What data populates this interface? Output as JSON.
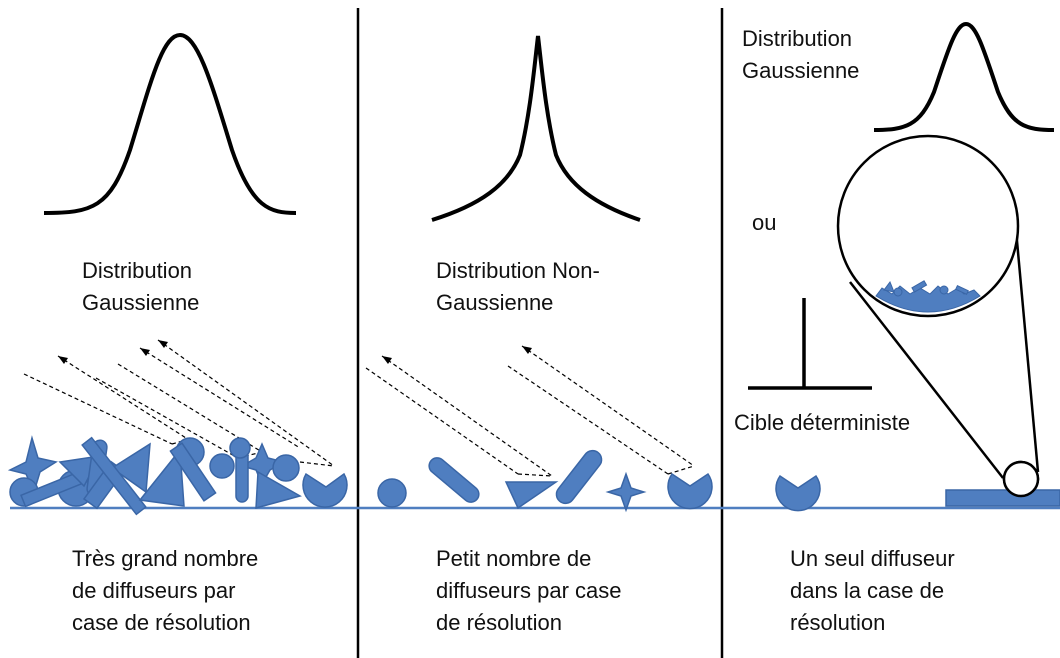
{
  "colors": {
    "shape_fill": "#4f7ec0",
    "shape_stroke": "#3a66a6",
    "ground": "#4f7ec0",
    "curve": "#000000",
    "divider": "#000000"
  },
  "panels": [
    {
      "distribution_label": [
        "Distribution",
        "Gaussienne"
      ],
      "caption": [
        "Très grand nombre",
        "de diffuseurs par",
        "case de résolution"
      ]
    },
    {
      "distribution_label": [
        "Distribution Non-",
        "Gaussienne"
      ],
      "caption": [
        "Petit nombre de",
        "diffuseurs  par case",
        "de résolution"
      ]
    },
    {
      "distribution_label": [
        "Distribution",
        "Gaussienne"
      ],
      "or_label": "ou",
      "target_label": "Cible déterministe",
      "caption": [
        "Un seul diffuseur",
        "dans la case de",
        "résolution"
      ]
    }
  ]
}
